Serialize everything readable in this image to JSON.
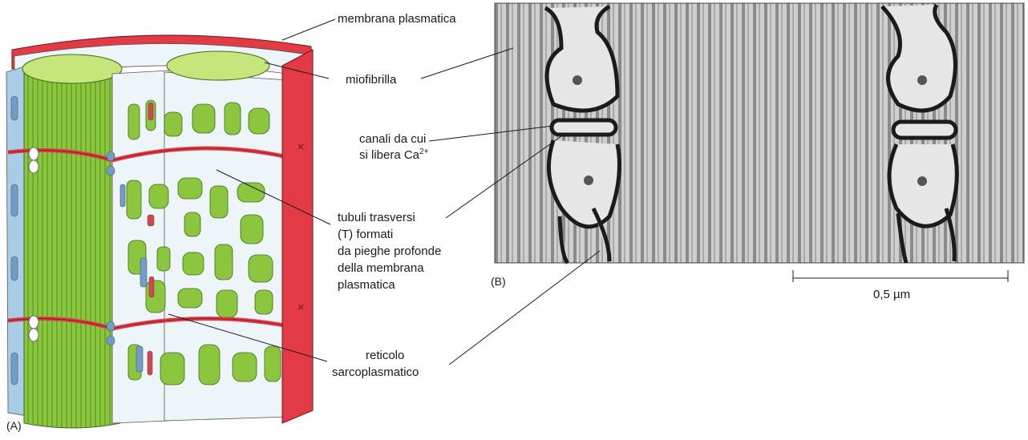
{
  "colors": {
    "membrane_red": "#e23b45",
    "myofibril_green": "#8cc63e",
    "myofibril_light": "#c6e57a",
    "reticulum_blue": "#a9cde6",
    "micrograph_bg": "#d2d2d2",
    "micrograph_dark": "#222222"
  },
  "panel_labels": {
    "a": "(A)",
    "b": "(B)"
  },
  "labels": {
    "membrana_plasmatica": "membrana plasmatica",
    "miofibrilla": "miofibrilla",
    "canali_line1": "canali da cui",
    "canali_line2_prefix": "si libera Ca",
    "canali_superscript": "2+",
    "tubuli_lines": [
      "tubuli trasversi",
      "(T) formati",
      "da pieghe profonde",
      "della membrana",
      "plasmatica"
    ],
    "reticolo_line1": "reticolo",
    "reticolo_line2": "sarcoplasmatico"
  },
  "scale_bar": {
    "label": "0,5 µm"
  },
  "icons": [
    "cylinder-diagram-illustration",
    "electron-micrograph-image"
  ]
}
